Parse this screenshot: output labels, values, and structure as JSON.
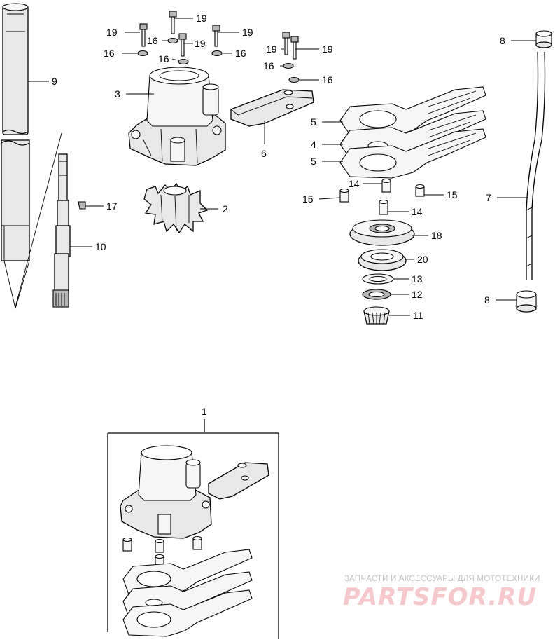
{
  "callouts": [
    {
      "id": "c9",
      "text": "9"
    },
    {
      "id": "c10",
      "text": "10"
    },
    {
      "id": "c17",
      "text": "17"
    },
    {
      "id": "c3",
      "text": "3"
    },
    {
      "id": "c2",
      "text": "2"
    },
    {
      "id": "c6",
      "text": "6"
    },
    {
      "id": "c19a",
      "text": "19"
    },
    {
      "id": "c19b",
      "text": "19"
    },
    {
      "id": "c19c",
      "text": "19"
    },
    {
      "id": "c19d",
      "text": "19"
    },
    {
      "id": "c19e",
      "text": "19"
    },
    {
      "id": "c19f",
      "text": "19"
    },
    {
      "id": "c16a",
      "text": "16"
    },
    {
      "id": "c16b",
      "text": "16"
    },
    {
      "id": "c16c",
      "text": "16"
    },
    {
      "id": "c16d",
      "text": "16"
    },
    {
      "id": "c16e",
      "text": "16"
    },
    {
      "id": "c16f",
      "text": "16"
    },
    {
      "id": "c5a",
      "text": "5"
    },
    {
      "id": "c4",
      "text": "4"
    },
    {
      "id": "c5b",
      "text": "5"
    },
    {
      "id": "c14a",
      "text": "14"
    },
    {
      "id": "c15a",
      "text": "15"
    },
    {
      "id": "c15b",
      "text": "15"
    },
    {
      "id": "c14b",
      "text": "14"
    },
    {
      "id": "c18",
      "text": "18"
    },
    {
      "id": "c20",
      "text": "20"
    },
    {
      "id": "c13",
      "text": "13"
    },
    {
      "id": "c12",
      "text": "12"
    },
    {
      "id": "c11",
      "text": "11"
    },
    {
      "id": "c8a",
      "text": "8"
    },
    {
      "id": "c7",
      "text": "7"
    },
    {
      "id": "c8b",
      "text": "8"
    },
    {
      "id": "c1",
      "text": "1"
    }
  ],
  "watermark": {
    "caption": "ЗАПЧАСТИ И АКСЕССУАРЫ ДЛЯ МОТОТЕХНИКИ",
    "logo": "PARTSFOR.RU"
  }
}
